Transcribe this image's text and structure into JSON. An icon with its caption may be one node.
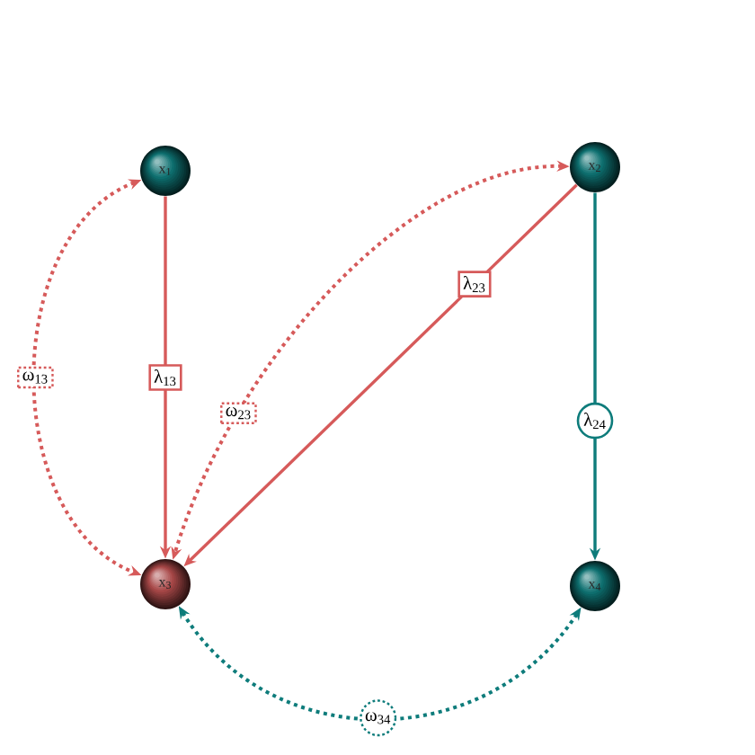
{
  "diagram": {
    "nodes": [
      {
        "text": [
          "x$_{1}$"
        ]
      },
      {
        "text": [
          "x$_{2}$"
        ]
      },
      {
        "text": [
          "x$_{3}$"
        ]
      },
      {
        "text": [
          "x$_{4}$"
        ]
      }
    ],
    "edges": [
      {
        "from": 0,
        "to": 2,
        "arrow": "to",
        "label": "λ$_{13}$"
      },
      {
        "from": 1,
        "to": 2,
        "arrow": "to",
        "label": "λ$_{23}$"
      },
      {
        "from": 1,
        "to": 3,
        "arrow": "to",
        "label": "λ$_{24}$",
        "color": "#0e7c7b"
      },
      {
        "from": 0,
        "to": 2,
        "arrow": "both",
        "label": "ω$_{13}$",
        "style": "dashed"
      },
      {
        "from": 1,
        "to": 2,
        "arrow": "both",
        "label": "ω$_{23}$",
        "style": "dashed"
      },
      {
        "from": 2,
        "to": 3,
        "arrow": "both",
        "label": "ω$_{34}$",
        "style": "dashed",
        "color": "#0e7c7b"
      }
    ]
  }
}
